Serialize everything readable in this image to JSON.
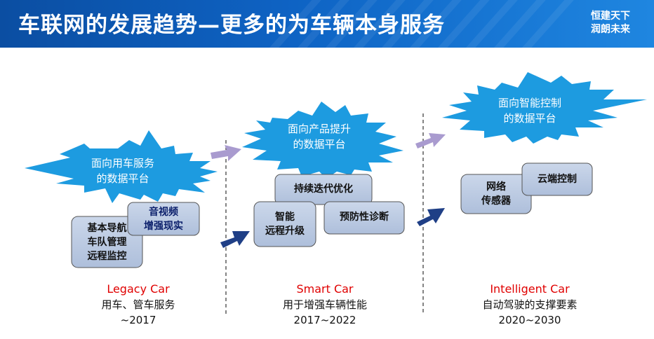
{
  "header": {
    "title": "车联网的发展趋势—更多的为车辆本身服务",
    "slogan": [
      "恒建天下",
      "润朗未来"
    ]
  },
  "clouds": [
    {
      "lines": [
        "面向用车服务",
        "的数据平台"
      ]
    },
    {
      "lines": [
        "面向产品提升",
        "的数据平台"
      ]
    },
    {
      "lines": [
        "面向智能控制",
        "的数据平台"
      ]
    }
  ],
  "boxes": {
    "nav": [
      "基本导航",
      "车队管理",
      "远程监控"
    ],
    "av": [
      "音视频",
      "增强现实"
    ],
    "iterate": [
      "持续迭代优化"
    ],
    "ota": [
      "智能",
      "远程升级"
    ],
    "diag": [
      "预防性诊断"
    ],
    "net": [
      "网络",
      "传感器"
    ],
    "cloud_ctrl": [
      "云端控制"
    ]
  },
  "eras": [
    {
      "name": "Legacy Car",
      "desc": "用车、管车服务",
      "period": "~2017"
    },
    {
      "name": "Smart Car",
      "desc": "用于增强车辆性能",
      "period": "2017~2022"
    },
    {
      "name": "Intelligent Car",
      "desc": "自动驾驶的支撑要素",
      "period": "2020~2030"
    }
  ],
  "colors": {
    "header": "#0e63c4",
    "cloud": "#1d9be0",
    "box_fill": "#bccbe2",
    "arrow_light": "#a99bcf",
    "arrow_dark": "#1f3f86",
    "era_name": "#e00000"
  }
}
